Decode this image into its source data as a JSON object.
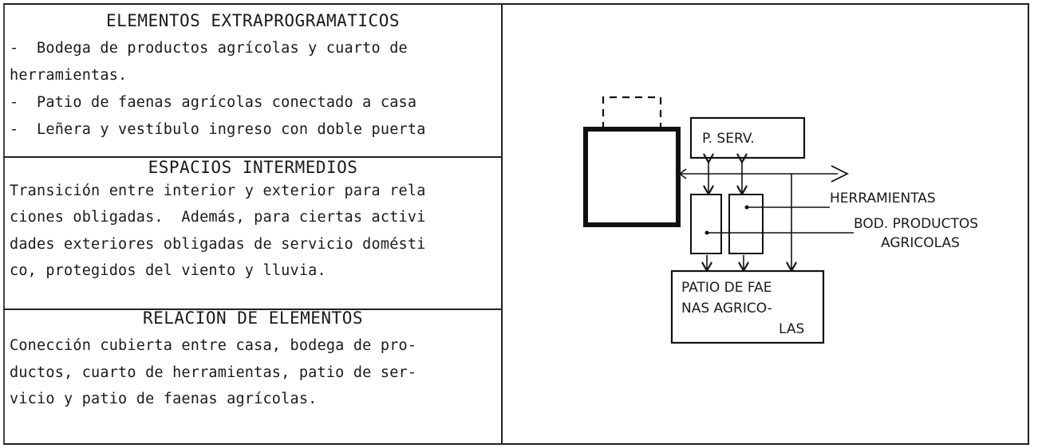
{
  "sections": [
    {
      "title": "ELEMENTOS EXTRAPROGRAMATICOS",
      "lines": [
        "-  Bodega de productos agrícolas y cuarto de",
        "herramientas.",
        "-  Patio de faenas agrícolas conectado a casa",
        "-  Leñera y vestíbulo ingreso con doble puerta"
      ]
    },
    {
      "title": "ESPACIOS INTERMEDIOS",
      "lines": [
        "Transición entre interior y exterior para rela",
        "ciones obligadas.  Además, para ciertas activi",
        "dades exteriores obligadas de servicio domésti",
        "co, protegidos del viento y lluvia."
      ]
    },
    {
      "title": "RELACION DE ELEMENTOS",
      "lines": [
        "Conección cubierta entre casa, bodega de pro-",
        "ductos, cuarto de herramientas, patio de ser-",
        "vicio y patio de faenas agrícolas."
      ]
    }
  ],
  "diagram": {
    "p_serv": "P. SERV.",
    "herramientas": "HERRAMIENTAS",
    "bod_1": "BOD. PRODUCTOS",
    "bod_2": "AGRICOLAS",
    "patio_1": "PATIO DE FAE",
    "patio_2": "NAS AGRICO-",
    "patio_3": "LAS"
  }
}
